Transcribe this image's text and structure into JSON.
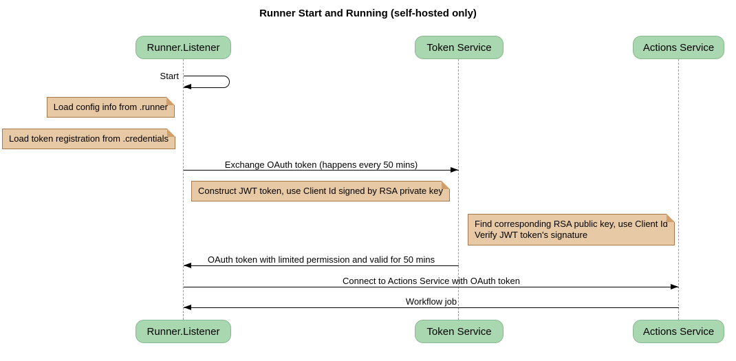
{
  "title": "Runner Start and Running (self-hosted only)",
  "participants": {
    "runner": "Runner.Listener",
    "token": "Token Service",
    "actions": "Actions Service"
  },
  "messages": {
    "start": {
      "label": "Start",
      "from": "runner",
      "to": "runner",
      "type": "self"
    },
    "exchange": {
      "label": "Exchange OAuth token (happens every 50 mins)",
      "from": "runner",
      "to": "token",
      "type": "arrow"
    },
    "oauth_return": {
      "label": "OAuth token with limited permission and valid for 50 mins",
      "from": "token",
      "to": "runner",
      "type": "arrow"
    },
    "connect": {
      "label": "Connect to Actions Service with OAuth token",
      "from": "runner",
      "to": "actions",
      "type": "arrow"
    },
    "workflow": {
      "label": "Workflow job",
      "from": "actions",
      "to": "runner",
      "type": "arrow"
    }
  },
  "notes": {
    "load_config": {
      "text": "Load config info from .runner",
      "position": "left of runner"
    },
    "load_credentials": {
      "text": "Load token registration from .credentials",
      "position": "left of runner"
    },
    "construct_jwt": {
      "text": "Construct JWT token, use Client Id signed by RSA private key",
      "position": "over runner-token"
    },
    "verify_jwt": {
      "line1": "Find corresponding RSA public key, use Client Id",
      "line2": "Verify JWT token's signature",
      "position": "left of actions"
    }
  },
  "colors": {
    "participant_fill": "#a8d7b0",
    "participant_border": "#89b791",
    "note_fill": "#e8c9a5",
    "note_border": "#a5794b",
    "note_fold": "#cfa06b",
    "message_line": "#000000",
    "lifeline": "#999999",
    "background": "#ffffff"
  }
}
